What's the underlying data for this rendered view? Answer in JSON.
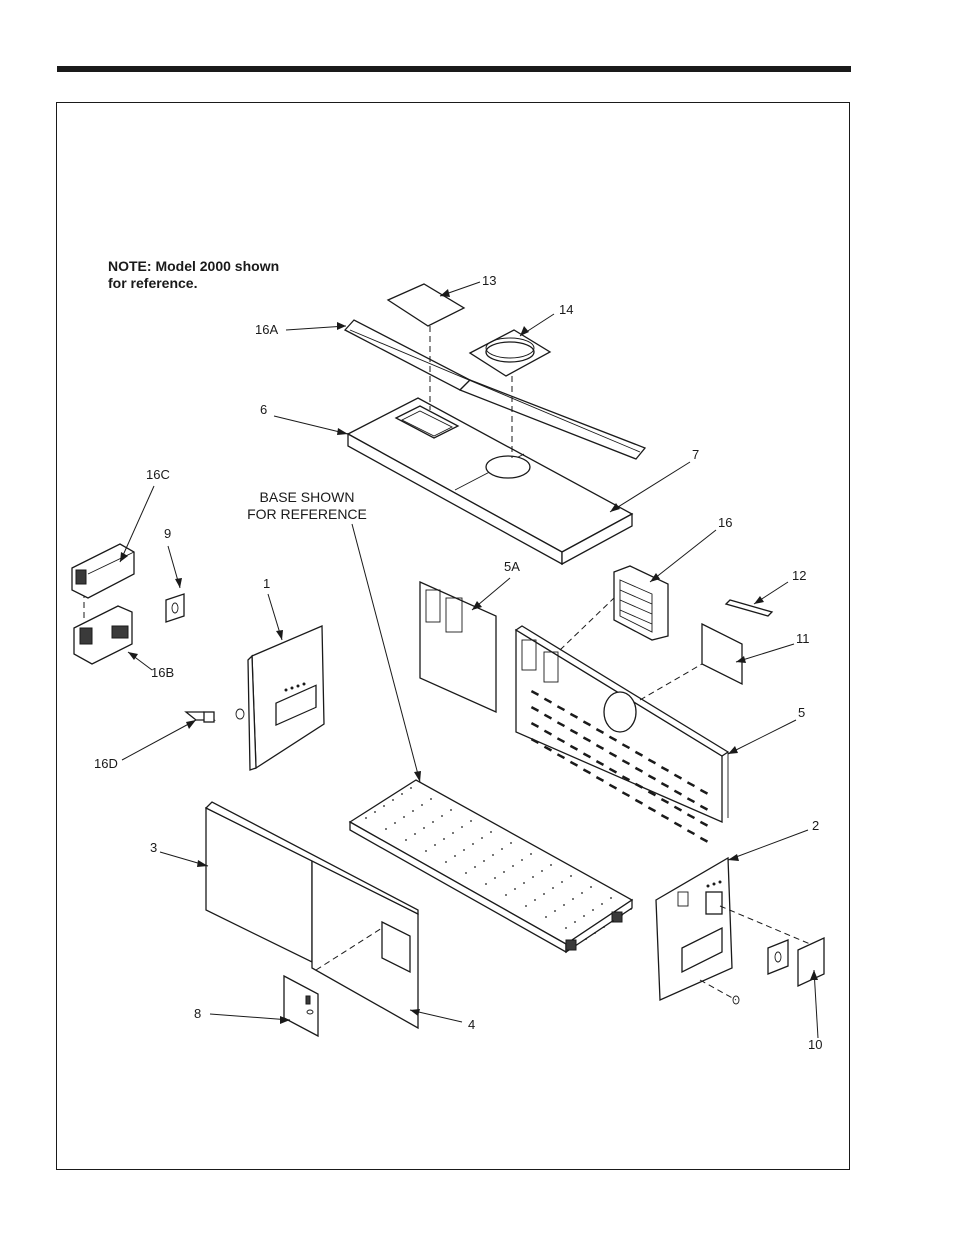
{
  "note": "NOTE: Model 2000 shown\nfor reference.",
  "base_note": "BASE SHOWN\nFOR REFERENCE",
  "callouts": {
    "c13": "13",
    "c14": "14",
    "c16a": "16A",
    "c6": "6",
    "c7": "7",
    "c16c": "16C",
    "c9": "9",
    "c16b": "16B",
    "c1": "1",
    "c16d": "16D",
    "c5a": "5A",
    "c16": "16",
    "c12": "12",
    "c11": "11",
    "c5": "5",
    "c3": "3",
    "c2": "2",
    "c8": "8",
    "c4": "4",
    "c10": "10"
  },
  "colors": {
    "line": "#1a1a1a",
    "background": "#ffffff",
    "shade": "#3a3a3a"
  }
}
